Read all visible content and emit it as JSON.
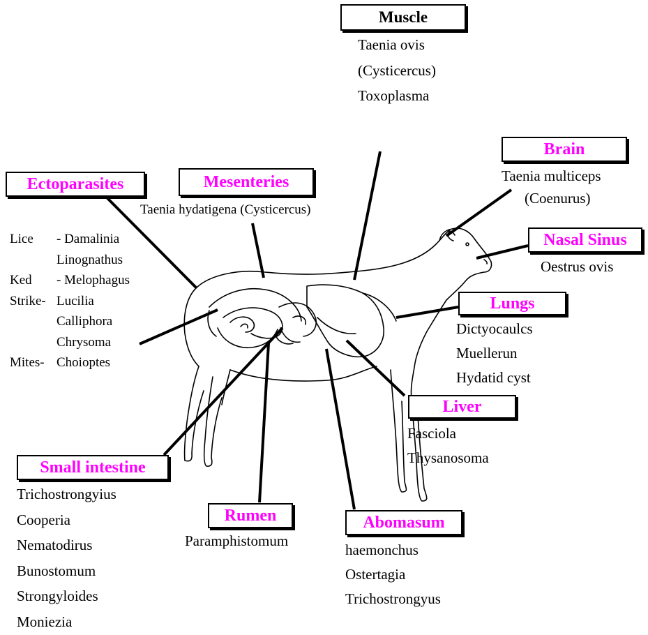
{
  "colors": {
    "label": "#ff00ff",
    "line": "#000000"
  },
  "muscle": {
    "title": "Muscle",
    "items": [
      "Taenia ovis",
      "(Cysticercus)",
      "Toxoplasma"
    ]
  },
  "brain": {
    "title": "Brain",
    "items": [
      "Taenia multiceps",
      "(Coenurus)"
    ]
  },
  "ecto": {
    "title": "Ectoparasites",
    "rows": [
      {
        "label": "Lice",
        "value": "- Damalinia"
      },
      {
        "label": "",
        "value": "Linognathus"
      },
      {
        "label": "Ked",
        "value": "- Melophagus"
      },
      {
        "label": "Strike-",
        "value": "Lucilia"
      },
      {
        "label": "",
        "value": "Calliphora"
      },
      {
        "label": "",
        "value": "Chrysoma"
      },
      {
        "label": "Mites-",
        "value": "Choioptes"
      }
    ]
  },
  "mesenteries": {
    "title": "Mesenteries",
    "items": [
      "Taenia hydatigena (Cysticercus)"
    ]
  },
  "nasal": {
    "title": "Nasal Sinus",
    "items": [
      "Oestrus ovis"
    ]
  },
  "lungs": {
    "title": "Lungs",
    "items": [
      "Dictyocaulcs",
      "Muellerun",
      "Hydatid cyst"
    ]
  },
  "liver": {
    "title": "Liver",
    "items": [
      "Fasciola",
      "Thysanosoma"
    ]
  },
  "small_intestine": {
    "title": "Small intestine",
    "items": [
      "Trichostrongyius",
      "Cooperia",
      "Nematodirus",
      "Bunostomum",
      "Strongyloides",
      "Moniezia"
    ]
  },
  "rumen": {
    "title": "Rumen",
    "items": [
      "Paramphistomum"
    ]
  },
  "abomasum": {
    "title": "Abomasum",
    "items": [
      "haemonchus",
      "Ostertagia",
      "Trichostrongyus"
    ]
  }
}
